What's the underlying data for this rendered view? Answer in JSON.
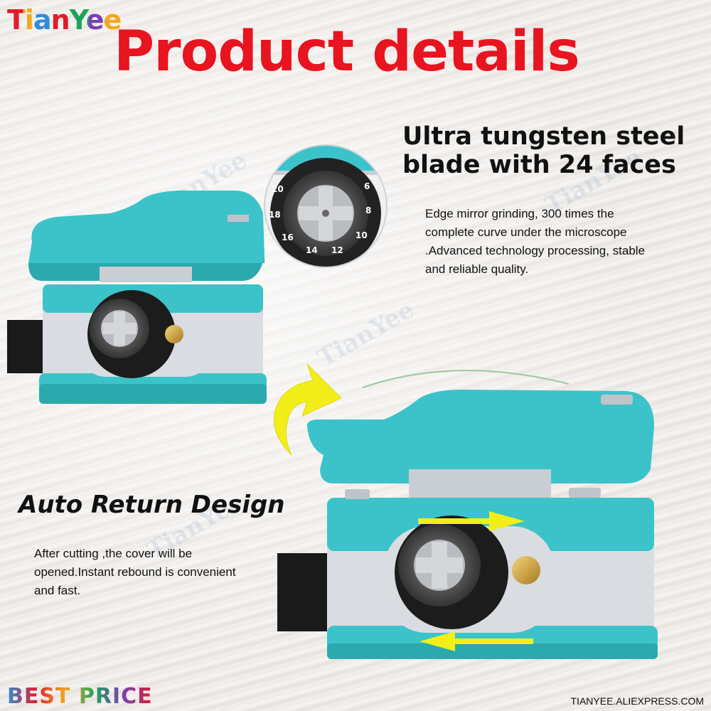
{
  "brand": {
    "logo_text": "TianYee"
  },
  "header": {
    "title": "Product details"
  },
  "feature_blade": {
    "heading_line1": "Ultra tungsten steel",
    "heading_line2": "blade with 24 faces",
    "desc_line1": "Edge mirror grinding, 300 times the",
    "desc_line2": "complete curve under the microscope",
    "desc_line3": ".Advanced technology processing, stable",
    "desc_line4": "and reliable quality."
  },
  "feature_return": {
    "heading": "Auto Return Design",
    "desc_line1": "After cutting ,the cover will be",
    "desc_line2": "opened.Instant rebound is convenient",
    "desc_line3": "and fast."
  },
  "watermark": {
    "text": "TianYee"
  },
  "dial_numbers": [
    "20",
    "18",
    "16",
    "14",
    "12",
    "10",
    "8",
    "6"
  ],
  "footer": {
    "best_price": "BEST PRICE",
    "store_url": "TIANYEE.ALIEXPRESS.COM"
  },
  "colors": {
    "teal": "#3cc3c9",
    "teal_dark": "#2aa9ae",
    "silver": "#d9dde2",
    "arrow_yellow": "#f2ee1a",
    "title_red": "#e8141f"
  }
}
